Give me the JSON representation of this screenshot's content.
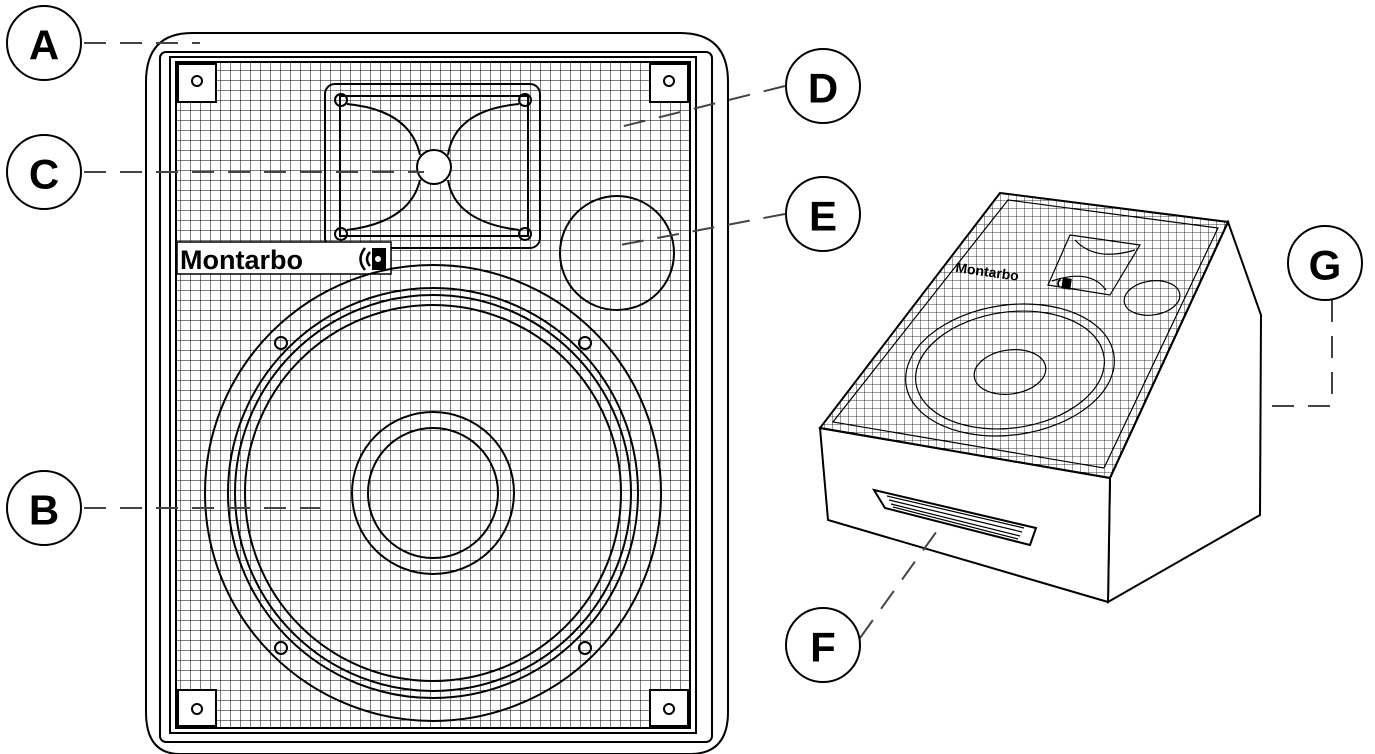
{
  "brand": "Montarbo",
  "logo_icon": "speaker-waves-icon",
  "callouts": [
    {
      "letter": "A",
      "target": "cabinet"
    },
    {
      "letter": "B",
      "target": "front-grille"
    },
    {
      "letter": "C",
      "target": "horn-tweeter"
    },
    {
      "letter": "D",
      "target": "corner-bracket"
    },
    {
      "letter": "E",
      "target": "bass-reflex-port"
    },
    {
      "letter": "F",
      "target": "carry-handle"
    },
    {
      "letter": "G",
      "target": "monitor-cabinet-side"
    }
  ]
}
